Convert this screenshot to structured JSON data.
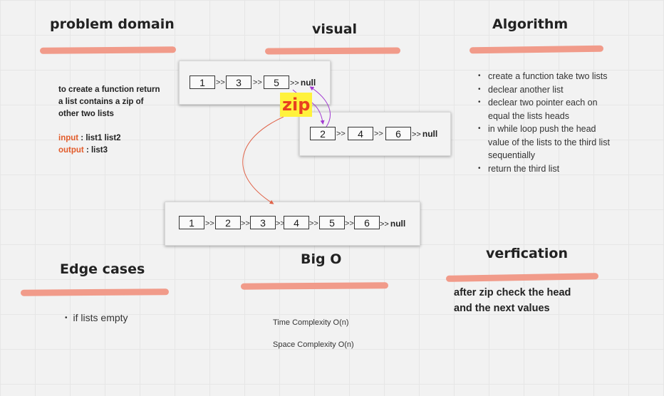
{
  "headings": {
    "problem_domain": "problem domain",
    "visual": "visual",
    "algorithm": "Algorithm",
    "edge_cases": "Edge cases",
    "big_o": "Big O",
    "verification": "verfication"
  },
  "problem": {
    "description": [
      "to create a function return",
      "a list contains a zip  of",
      "other two lists"
    ],
    "input_label": "input",
    "input_value": " : list1 list2",
    "output_label": "output",
    "output_value": " : list3"
  },
  "visual": {
    "list1": [
      "1",
      "3",
      "5"
    ],
    "list2": [
      "2",
      "4",
      "6"
    ],
    "result": [
      "1",
      "2",
      "3",
      "4",
      "5",
      "6"
    ],
    "link_symbol": ">>",
    "null_label": "null",
    "zip_label": "zip"
  },
  "algorithm": {
    "steps": [
      "create a function take two lists",
      "declear another list",
      "declear two pointer each on equal the lists heads",
      "in while loop push the head value of the lists to the third list sequentially",
      "return the third list"
    ]
  },
  "edge_cases": {
    "items": [
      "if lists empty"
    ]
  },
  "big_o": {
    "time": "Time Complexity O(n)",
    "space": "Space Complexity  O(n)"
  },
  "verification": {
    "text": [
      "after zip check the head",
      "and the next values"
    ]
  },
  "colors": {
    "underline": "#f19b8a",
    "keyword": "#e25c2b",
    "zip_highlight": "#fff23c",
    "zip_text": "#e8411f",
    "connector_purple": "#a23bd1",
    "connector_orange": "#e0644a"
  }
}
